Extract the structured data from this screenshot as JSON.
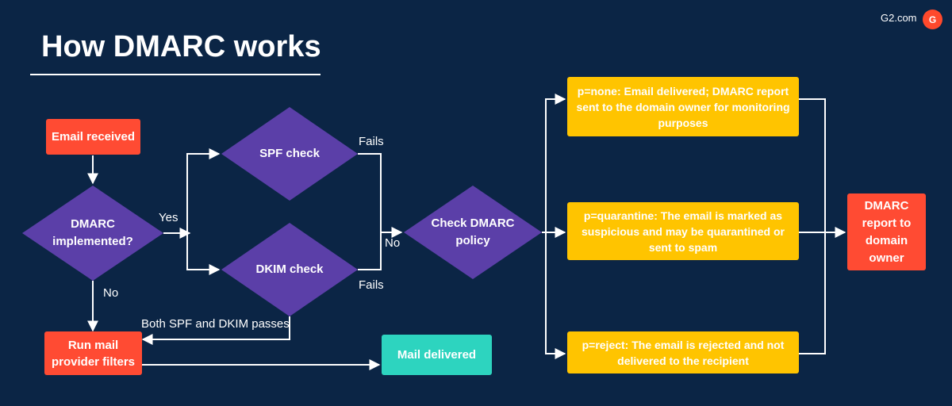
{
  "title": "How DMARC works",
  "brand": {
    "site": "G2.com",
    "logo_text": "G"
  },
  "nodes": {
    "email_received": "Email received",
    "dmarc_implemented": "DMARC implemented?",
    "spf_check": "SPF check",
    "dkim_check": "DKIM check",
    "check_policy": "Check DMARC policy",
    "run_filters": "Run mail provider filters",
    "mail_delivered": "Mail delivered",
    "p_none": "p=none: Email delivered; DMARC report sent to the domain owner for monitoring purposes",
    "p_quarantine": "p=quarantine: The email is marked as suspicious and may be quarantined or sent to spam",
    "p_reject": "p=reject: The email is rejected and not delivered to the recipient",
    "dmarc_report": "DMARC report to domain owner"
  },
  "edge_labels": {
    "yes": "Yes",
    "no_left": "No",
    "spf_fails": "Fails",
    "dkim_fails": "Fails",
    "no_mid": "No",
    "both_pass": "Both SPF and DKIM passes"
  },
  "colors": {
    "background": "#0b2545",
    "red": "#ff4b33",
    "purple": "#5b3fa8",
    "yellow": "#ffc400",
    "teal": "#2dd4bf",
    "brand": "#ff492c"
  }
}
